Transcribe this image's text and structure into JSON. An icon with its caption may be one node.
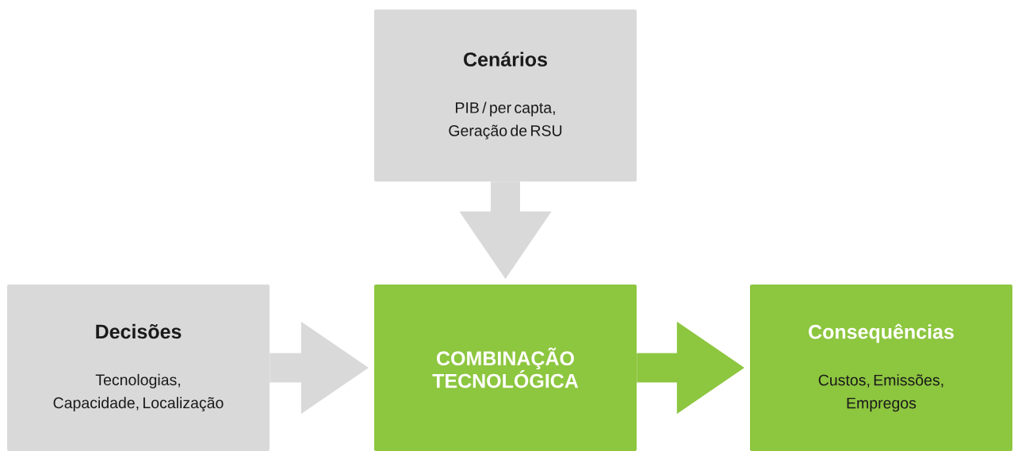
{
  "diagram": {
    "nodes": [
      {
        "text": [
          "Cenários",
          "PIB / per capta, Geração de RSU"
        ]
      },
      {
        "text": [
          "Decisões",
          "Tecnologias, Capacidade, Localização"
        ]
      },
      {
        "text": [
          "COMBINAÇÃO TECNOLÓGICA"
        ]
      },
      {
        "text": [
          "Consequências",
          "Custos, Emissões, Empregos"
        ]
      }
    ],
    "edges": [
      {
        "from": 0,
        "to": 2,
        "arrow": "to"
      },
      {
        "from": 1,
        "to": 2,
        "arrow": "to"
      },
      {
        "from": 2,
        "to": 3,
        "arrow": "to",
        "color": "#8dc63f"
      }
    ]
  }
}
